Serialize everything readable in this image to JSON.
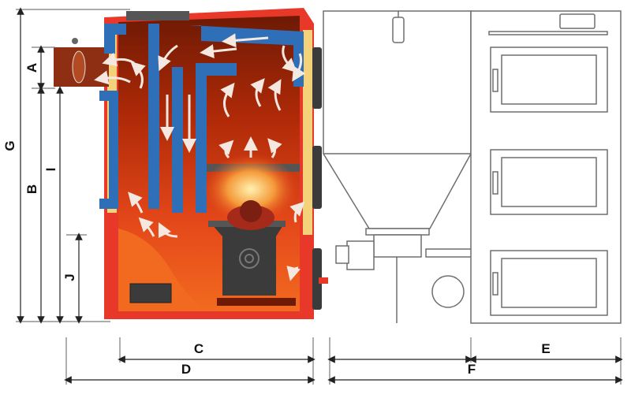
{
  "dimensions": {
    "A": "A",
    "B": "B",
    "C": "C",
    "D": "D",
    "E": "E",
    "F": "F",
    "G": "G",
    "I": "I",
    "J": "J"
  },
  "colors": {
    "flame_dark": "#7a1f05",
    "flame_mid": "#d8380f",
    "flame_light": "#f26a1f",
    "water_jacket": "#2f6fb8",
    "casing_red": "#e8382a",
    "insulation": "#f3d27a",
    "burner": "#3b3b3b",
    "arrow": "#f4e8e0",
    "line": "#7a7a7a"
  },
  "icons": {
    "flow_arrow": "flow-arrow-icon",
    "fire": "fire-icon"
  }
}
